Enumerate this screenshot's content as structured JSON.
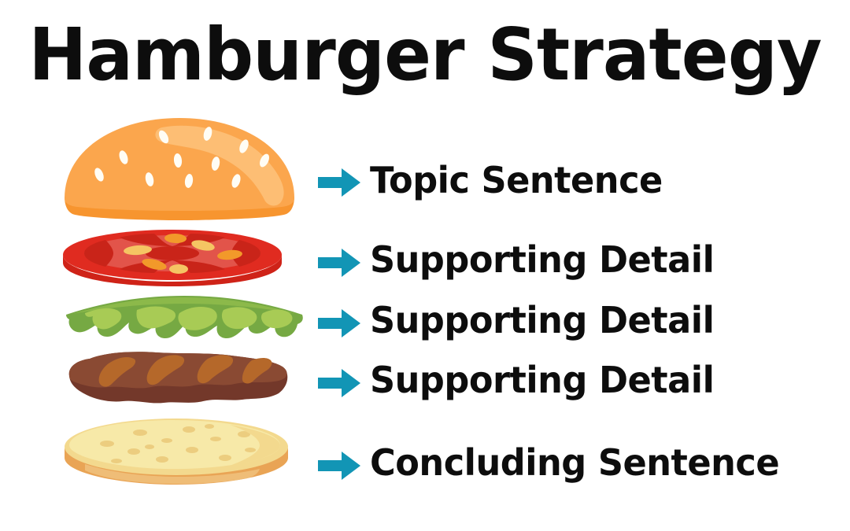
{
  "title": "Hamburger Strategy",
  "colors": {
    "background": "#ffffff",
    "text": "#0d0d0d",
    "arrow": "#1295b5",
    "bun_top": "#fba64d",
    "bun_top_highlight": "#fdbe74",
    "bun_top_base": "#f7952f",
    "sesame_seed": "#fffdf5",
    "tomato_rim": "#e02b20",
    "tomato_side": "#cf2318",
    "tomato_flesh": "#e2544a",
    "tomato_core": "#c92419",
    "tomato_seed": "#f5c563",
    "tomato_seed_dark": "#f2992a",
    "lettuce_dark": "#76a943",
    "lettuce_light": "#a8cb55",
    "patty_top": "#8a4a33",
    "patty_bottom": "#73382a",
    "grill_mark": "#b5682a",
    "bun_bottom_face": "#f7e9a8",
    "bun_bottom_rim": "#f3d98e",
    "bun_bottom_side": "#e9a455",
    "bun_bottom_side_light": "#efbd77",
    "bun_bottom_dot": "#eccd7f"
  },
  "rows": [
    {
      "id": "topic",
      "layer": "top-bun",
      "layer_label": "Sesame seed top bun",
      "arrow_icon": "arrow-right-icon",
      "label": "Topic Sentence"
    },
    {
      "id": "support-1",
      "layer": "tomato-slice",
      "layer_label": "Tomato slice",
      "arrow_icon": "arrow-right-icon",
      "label": "Supporting Detail"
    },
    {
      "id": "support-2",
      "layer": "lettuce-leaf",
      "layer_label": "Lettuce leaf",
      "arrow_icon": "arrow-right-icon",
      "label": "Supporting Detail"
    },
    {
      "id": "support-3",
      "layer": "beef-patty",
      "layer_label": "Beef patty",
      "arrow_icon": "arrow-right-icon",
      "label": "Supporting Detail"
    },
    {
      "id": "concluding",
      "layer": "bottom-bun",
      "layer_label": "Bottom bun",
      "arrow_icon": "arrow-right-icon",
      "label": "Concluding Sentence"
    }
  ]
}
